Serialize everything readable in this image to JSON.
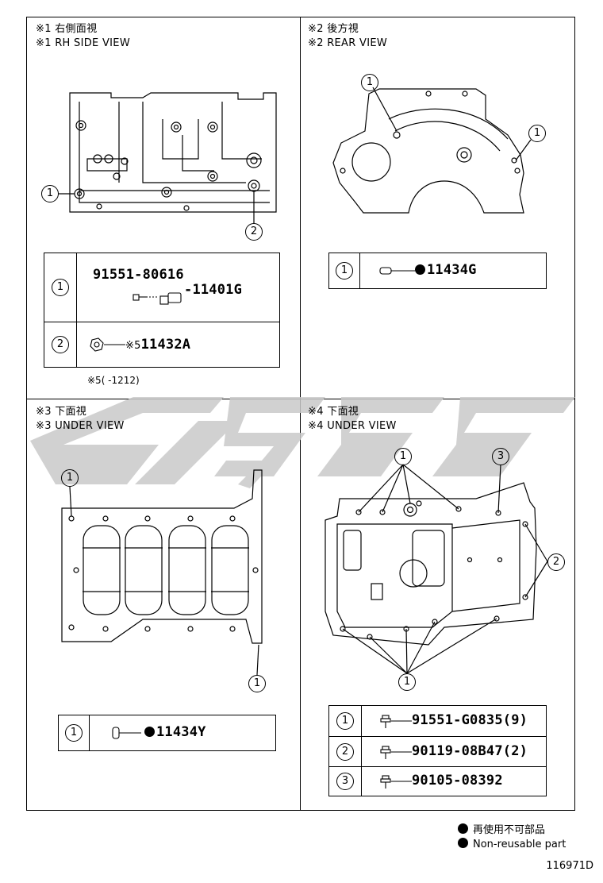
{
  "views": {
    "rh_side": {
      "title_jp": "※1 右側面視",
      "title_en": "※1 RH SIDE VIEW"
    },
    "rear": {
      "title_jp": "※2 後方視",
      "title_en": "※2 REAR VIEW"
    },
    "under3": {
      "title_jp": "※3 下面視",
      "title_en": "※3 UNDER VIEW"
    },
    "under4": {
      "title_jp": "※4 下面視",
      "title_en": "※4 UNDER VIEW"
    }
  },
  "callouts": {
    "c1": "1",
    "c2": "2",
    "c3": "3"
  },
  "rh_table": {
    "row1_upper": "91551-80616",
    "row1_lower": "11401G",
    "row2_prefix": "※5",
    "row2_part": "11432A",
    "footnote": "※5(     -1212)"
  },
  "rear_table": {
    "part": "11434G"
  },
  "under3_table": {
    "part": "11434Y"
  },
  "under4_table": {
    "rows": [
      {
        "num": "1",
        "part": "91551-G0835(9)"
      },
      {
        "num": "2",
        "part": "90119-08B47(2)"
      },
      {
        "num": "3",
        "part": "90105-08392"
      }
    ]
  },
  "legend": {
    "jp": "再使用不可部品",
    "en": "Non-reusable part"
  },
  "drawing_code": "116971D",
  "colors": {
    "watermark": "#c9c9c9",
    "line": "#000000"
  }
}
